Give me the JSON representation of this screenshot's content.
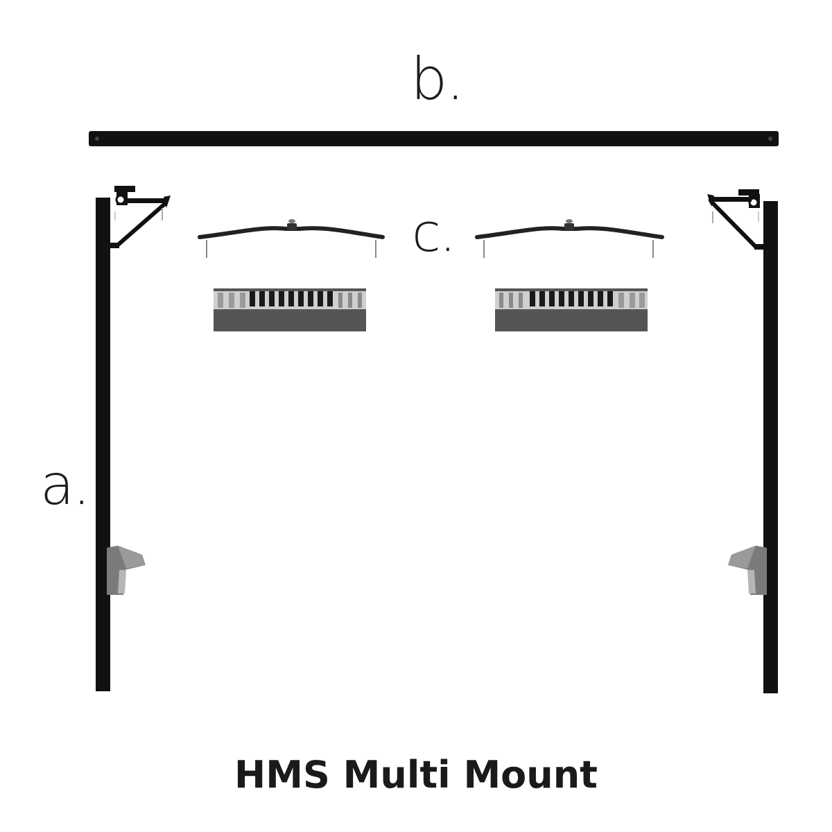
{
  "diagram": {
    "title": "HMS Multi Mount",
    "parts": [
      {
        "key": "a",
        "label": "a.",
        "description": "vertical support post with top bracket and tank clamp (pair)"
      },
      {
        "key": "b",
        "label": "b.",
        "description": "horizontal crossbar"
      },
      {
        "key": "c",
        "label": "c.",
        "description": "fixture hanger arm (pair)"
      }
    ],
    "fixtures": [
      {
        "name": "left-light-fixture"
      },
      {
        "name": "right-light-fixture"
      }
    ]
  },
  "colors": {
    "background": "#ffffff",
    "bar": "#111111",
    "fixture_body": "#555555",
    "fixture_grille": "#9a9a9a",
    "clamp": "#7a7a7a",
    "text": "#1c1c1c"
  }
}
